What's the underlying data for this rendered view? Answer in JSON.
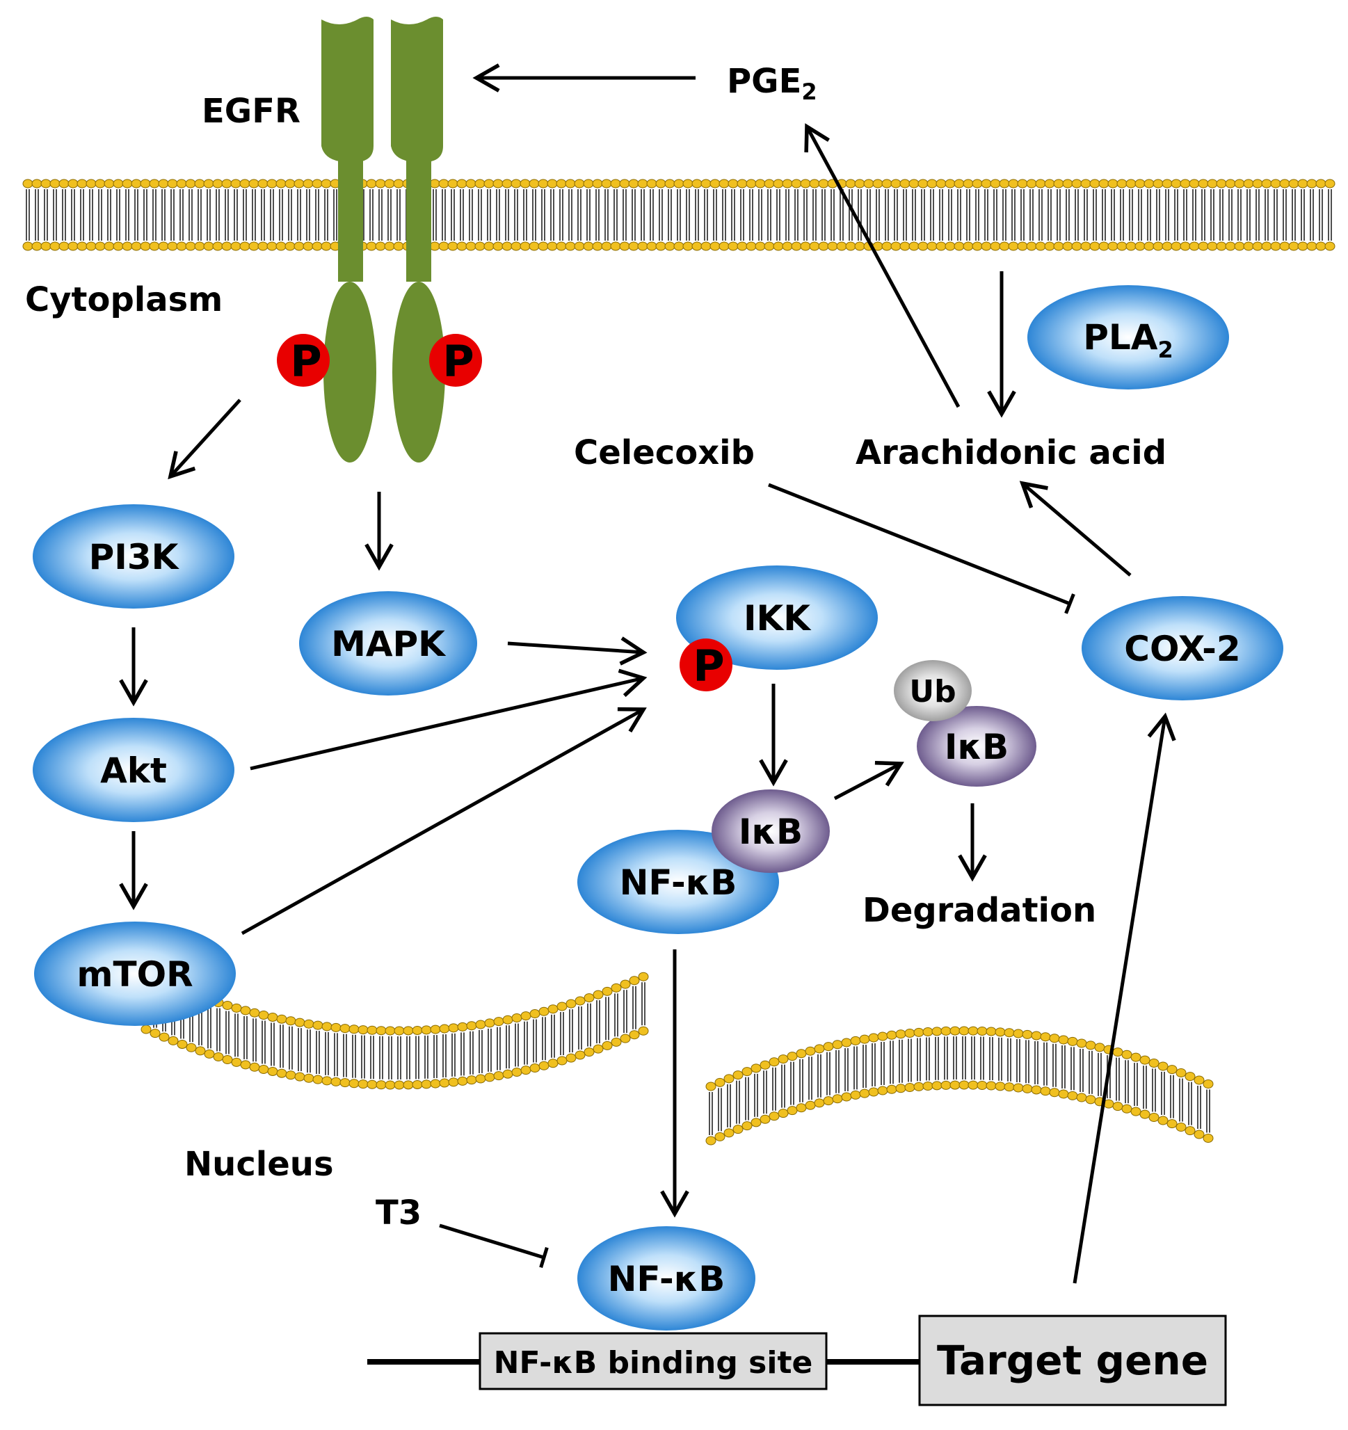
{
  "labels": {
    "egfr": "EGFR",
    "pge2_main": "PGE",
    "pge2_sub": "2",
    "cytoplasm": "Cytoplasm",
    "celecoxib": "Celecoxib",
    "arachidonic_acid": "Arachidonic acid",
    "degradation": "Degradation",
    "nucleus": "Nucleus",
    "t3": "T3"
  },
  "nodes": {
    "pla2_main": "PLA",
    "pla2_sub": "2",
    "pi3k": "PI3K",
    "mapk": "MAPK",
    "ikk": "IKK",
    "cox2": "COX-2",
    "akt": "Akt",
    "mtor": "mTOR",
    "ub": "Ub",
    "ikb_free": "IκB",
    "ikb_bound": "IκB",
    "nfkb_cyto": "NF-κB",
    "nfkb_nuc": "NF-κB"
  },
  "phospho": {
    "left": "P",
    "right": "P",
    "ikk": "P"
  },
  "dna": {
    "binding_site": "NF-κB binding site",
    "target_gene": "Target gene"
  },
  "colors": {
    "receptor_green": "#6b8e2f",
    "node_blue_edge": "#2e86d6",
    "node_blue_center": "#ffffff",
    "node_purple": "#6e5c8e",
    "node_gray": "#a8a8a8",
    "phospho_red": "#e80000",
    "lipid_head": "#f0c020",
    "box_gray": "#dcdcdc"
  }
}
